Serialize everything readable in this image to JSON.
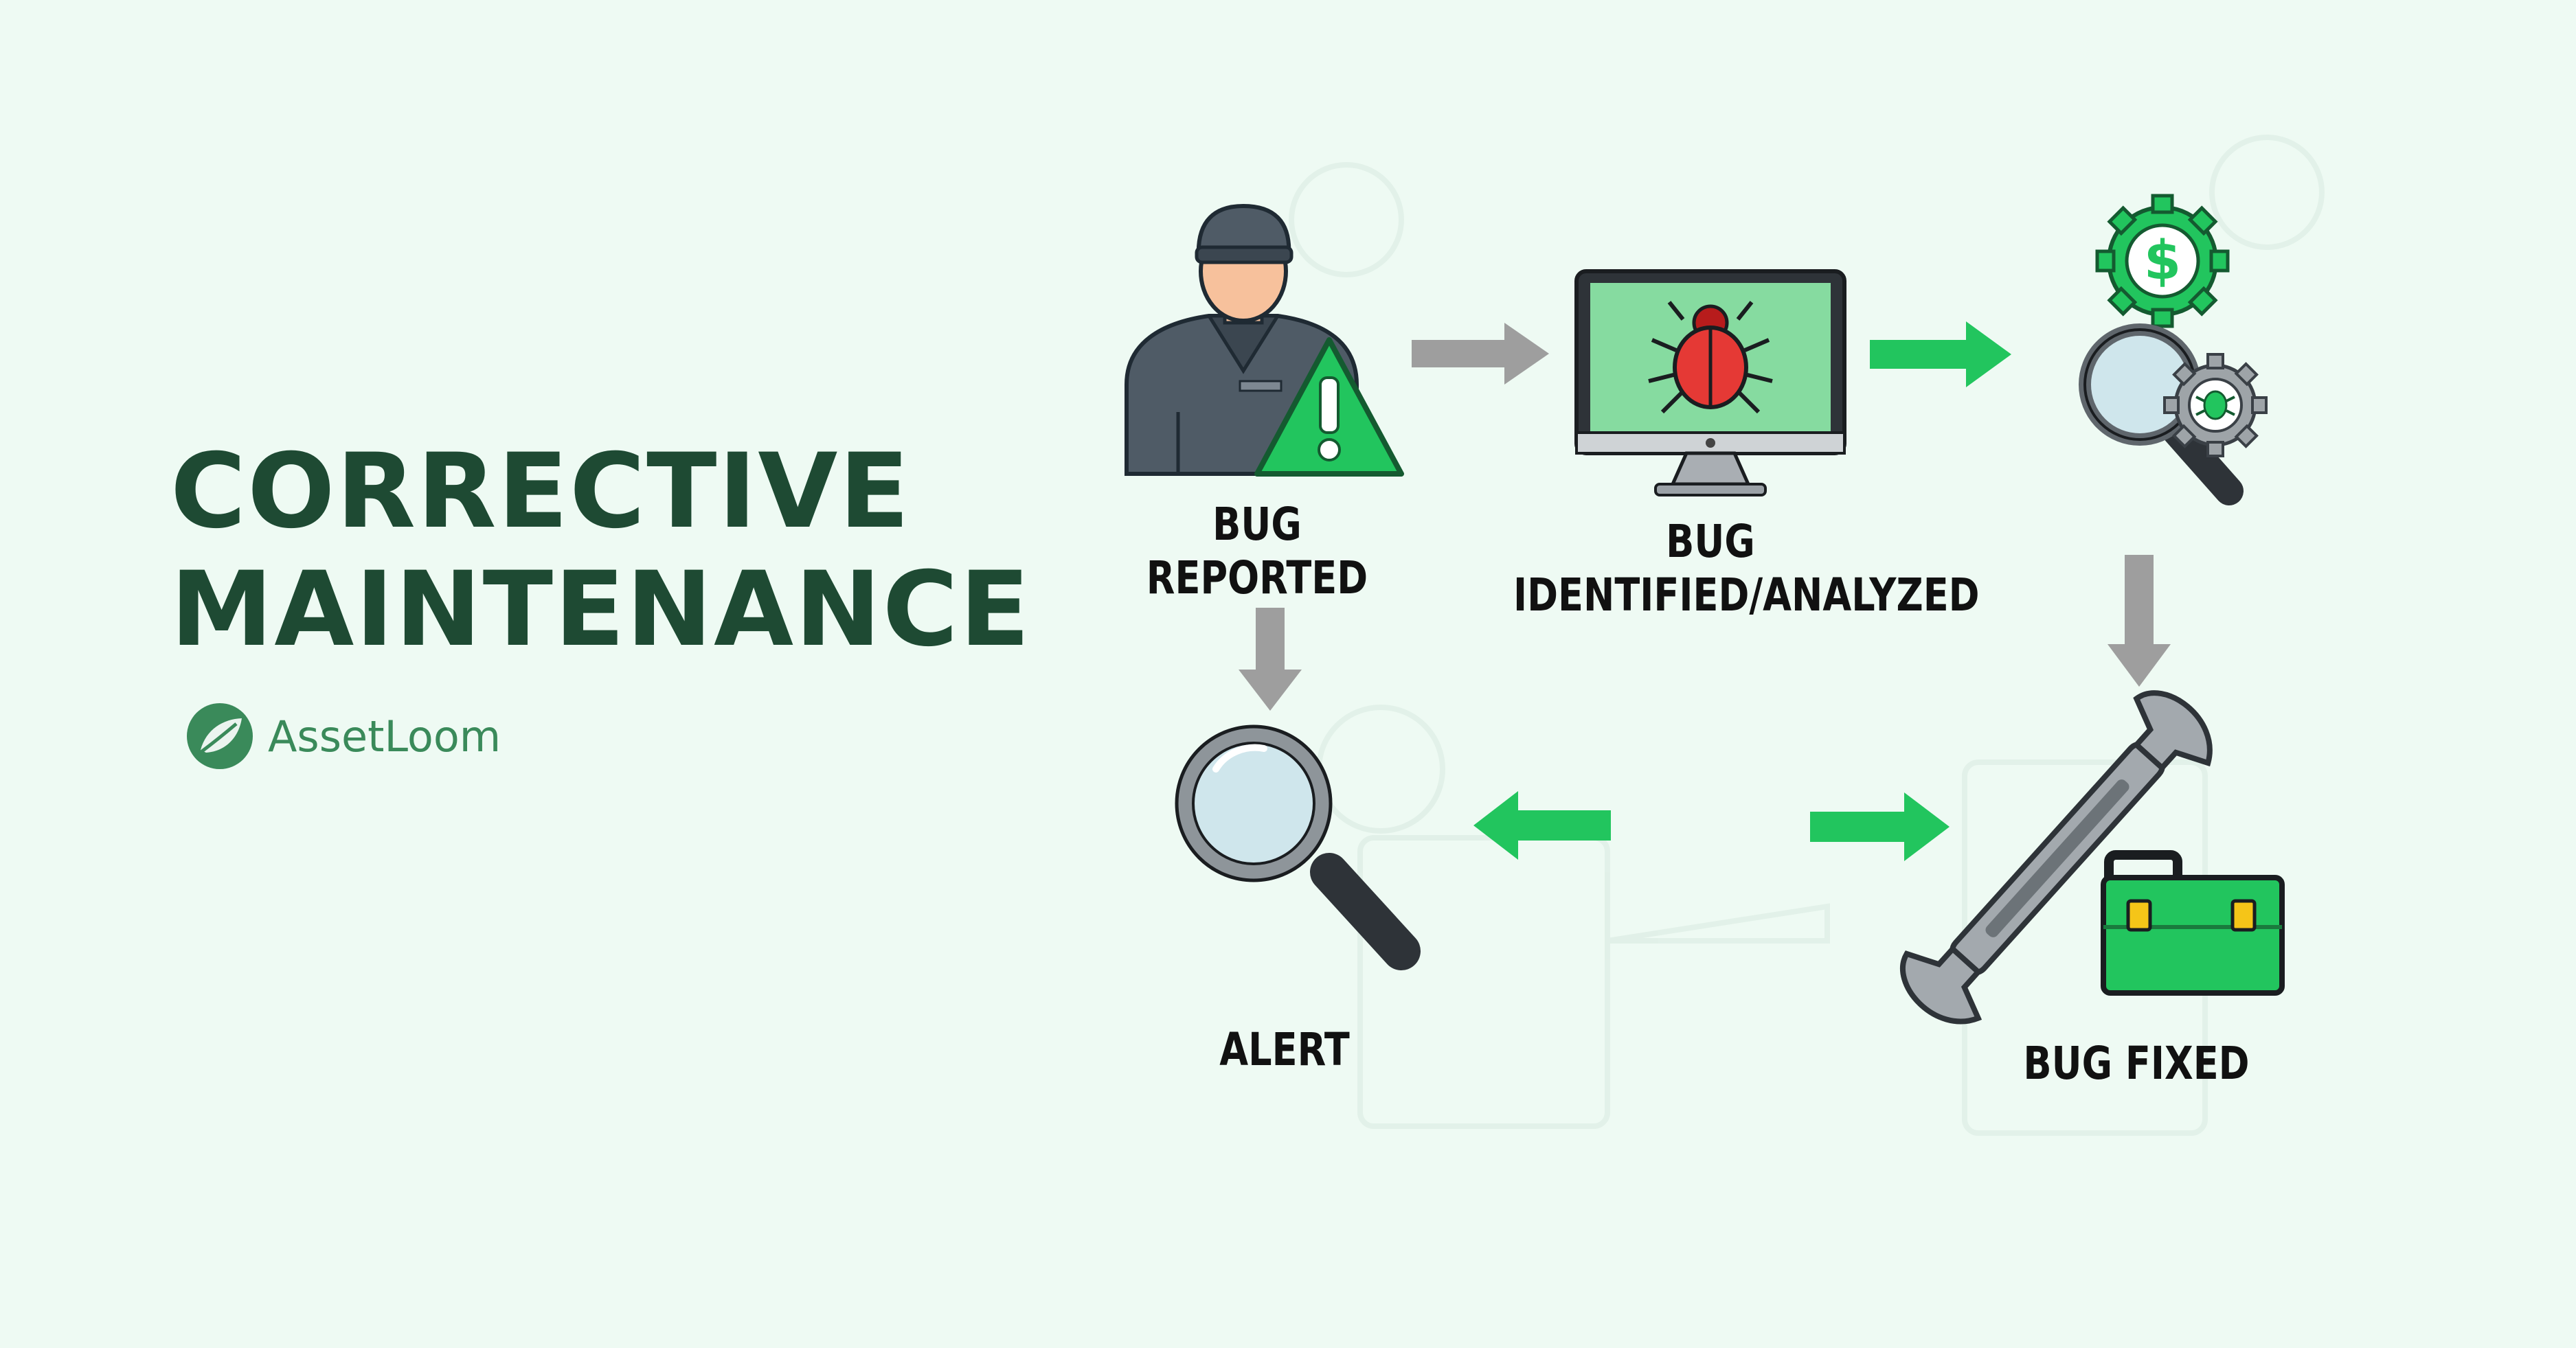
{
  "title": {
    "line1": "CORRECTIVE",
    "line2": "MAINTENANCE"
  },
  "brand": {
    "name": "AssetLoom",
    "icon": "leaf-logo-icon",
    "color": "#3a8a5a"
  },
  "steps": {
    "reported": {
      "line1": "BUG",
      "line2": "REPORTED",
      "icon": "technician-alert-icon"
    },
    "identified": {
      "line1": "BUG",
      "line2": "IDENTIFIED/ANALYZED",
      "icon": "monitor-bug-icon"
    },
    "analysis": {
      "icon": "magnifier-gears-icon"
    },
    "alert": {
      "label": "ALERT",
      "icon": "magnifier-icon"
    },
    "fixed": {
      "label": "BUG FIXED",
      "icon": "wrench-toolbox-icon"
    }
  },
  "colors": {
    "accent_green": "#22c55e",
    "arrow_gray": "#9e9e9e",
    "title_green": "#1e4a33",
    "bug_red": "#e53935"
  }
}
